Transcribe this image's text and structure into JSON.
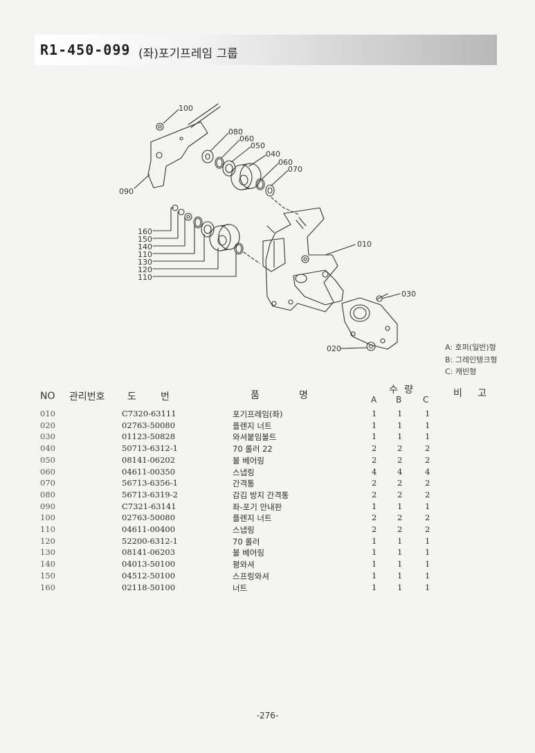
{
  "header": {
    "code": "R1-450-099",
    "title": "(좌)포기프레임 그룹"
  },
  "callouts": {
    "c100": "100",
    "c080": "080",
    "c060a": "060",
    "c050": "050",
    "c040": "040",
    "c060b": "060",
    "c070": "070",
    "c090": "090",
    "c160": "160",
    "c150": "150",
    "c140": "140",
    "c110a": "110",
    "c130": "130",
    "c120": "120",
    "c110b": "110",
    "c010": "010",
    "c030": "030",
    "c020": "020"
  },
  "legend": {
    "a": "A: 호퍼(일반)형",
    "b": "B: 그레인탱크형",
    "c": "C: 캐빈형"
  },
  "table": {
    "headers": {
      "no": "NO",
      "mgmt": "관리번호",
      "drawing_1": "도",
      "drawing_2": "번",
      "name_1": "품",
      "name_2": "명",
      "qty_1": "수",
      "qty_2": "량",
      "col_a": "A",
      "col_b": "B",
      "col_c": "C",
      "remark_1": "비",
      "remark_2": "고"
    },
    "rows": [
      {
        "no": "010",
        "drawing": "C7320-63111",
        "name": "포기프레임(좌)",
        "a": "1",
        "b": "1",
        "c": "1"
      },
      {
        "no": "020",
        "drawing": "02763-50080",
        "name": "플렌지 너트",
        "a": "1",
        "b": "1",
        "c": "1"
      },
      {
        "no": "030",
        "drawing": "01123-50828",
        "name": "와셔붙임볼트",
        "a": "1",
        "b": "1",
        "c": "1"
      },
      {
        "no": "040",
        "drawing": "50713-6312-1",
        "name": "70 롤러 22",
        "a": "2",
        "b": "2",
        "c": "2"
      },
      {
        "no": "050",
        "drawing": "08141-06202",
        "name": "볼 베어링",
        "a": "2",
        "b": "2",
        "c": "2"
      },
      {
        "no": "060",
        "drawing": "04611-00350",
        "name": "스냅링",
        "a": "4",
        "b": "4",
        "c": "4"
      },
      {
        "no": "070",
        "drawing": "56713-6356-1",
        "name": "간격통",
        "a": "2",
        "b": "2",
        "c": "2"
      },
      {
        "no": "080",
        "drawing": "56713-6319-2",
        "name": "감김 방지 간격통",
        "a": "2",
        "b": "2",
        "c": "2"
      },
      {
        "no": "090",
        "drawing": "C7321-63141",
        "name": "좌-포기 안내판",
        "a": "1",
        "b": "1",
        "c": "1"
      },
      {
        "no": "100",
        "drawing": "02763-50080",
        "name": "플렌지 너트",
        "a": "2",
        "b": "2",
        "c": "2"
      },
      {
        "no": "110",
        "drawing": "04611-00400",
        "name": "스냅링",
        "a": "2",
        "b": "2",
        "c": "2"
      },
      {
        "no": "120",
        "drawing": "52200-6312-1",
        "name": "70 롤러",
        "a": "1",
        "b": "1",
        "c": "1"
      },
      {
        "no": "130",
        "drawing": "08141-06203",
        "name": "볼 베어링",
        "a": "1",
        "b": "1",
        "c": "1"
      },
      {
        "no": "140",
        "drawing": "04013-50100",
        "name": "평와셔",
        "a": "1",
        "b": "1",
        "c": "1"
      },
      {
        "no": "150",
        "drawing": "04512-50100",
        "name": "스프링와셔",
        "a": "1",
        "b": "1",
        "c": "1"
      },
      {
        "no": "160",
        "drawing": "02118-50100",
        "name": "너트",
        "a": "1",
        "b": "1",
        "c": "1"
      }
    ]
  },
  "footer": {
    "page": "-276-"
  }
}
